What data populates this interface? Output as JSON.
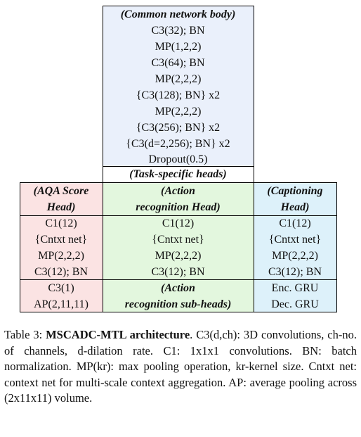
{
  "colors": {
    "body": "#eaf0fb",
    "aqa": "#fbe3e3",
    "action": "#e3f7de",
    "caption_head": "#ddf1fa",
    "border": "#000000"
  },
  "common": {
    "title": "(Common network body)",
    "layers": [
      "C3(32); BN",
      "MP(1,2,2)",
      "C3(64); BN",
      "MP(2,2,2)",
      "{C3(128); BN} x2",
      "MP(2,2,2)",
      "{C3(256); BN} x2",
      "{C3(d=2,256); BN} x2",
      "Dropout(0.5)"
    ],
    "heads_title": "(Task-specific heads)"
  },
  "aqa": {
    "title": [
      "(AQA Score",
      "Head)"
    ],
    "block1": [
      "C1(12)",
      "{Cntxt net}",
      "MP(2,2,2)",
      "C3(12); BN"
    ],
    "block2": [
      "C3(1)",
      "AP(2,11,11)"
    ]
  },
  "action": {
    "title": [
      "(Action",
      "recognition Head)"
    ],
    "block1": [
      "C1(12)",
      "{Cntxt net}",
      "MP(2,2,2)",
      "C3(12); BN"
    ],
    "block2": [
      "(Action",
      "recognition sub-heads)"
    ]
  },
  "captioning": {
    "title": [
      "(Captioning",
      "Head)"
    ],
    "block1": [
      "C1(12)",
      "{Cntxt net}",
      "MP(2,2,2)",
      "C3(12); BN"
    ],
    "block2": [
      "Enc. GRU",
      "Dec. GRU"
    ]
  },
  "caption": {
    "label": "Table 3:",
    "title": "MSCADC-MTL architecture",
    "text": ". C3(d,ch): 3D convolutions, ch-no. of channels, d-dilation rate. C1: 1x1x1 convolutions.  BN: batch normalization.  MP(kr): max pooling operation, kr-kernel size.  Cntxt net: context net for multi-scale context aggregation.  AP: average pooling across (2x11x11) volume."
  }
}
